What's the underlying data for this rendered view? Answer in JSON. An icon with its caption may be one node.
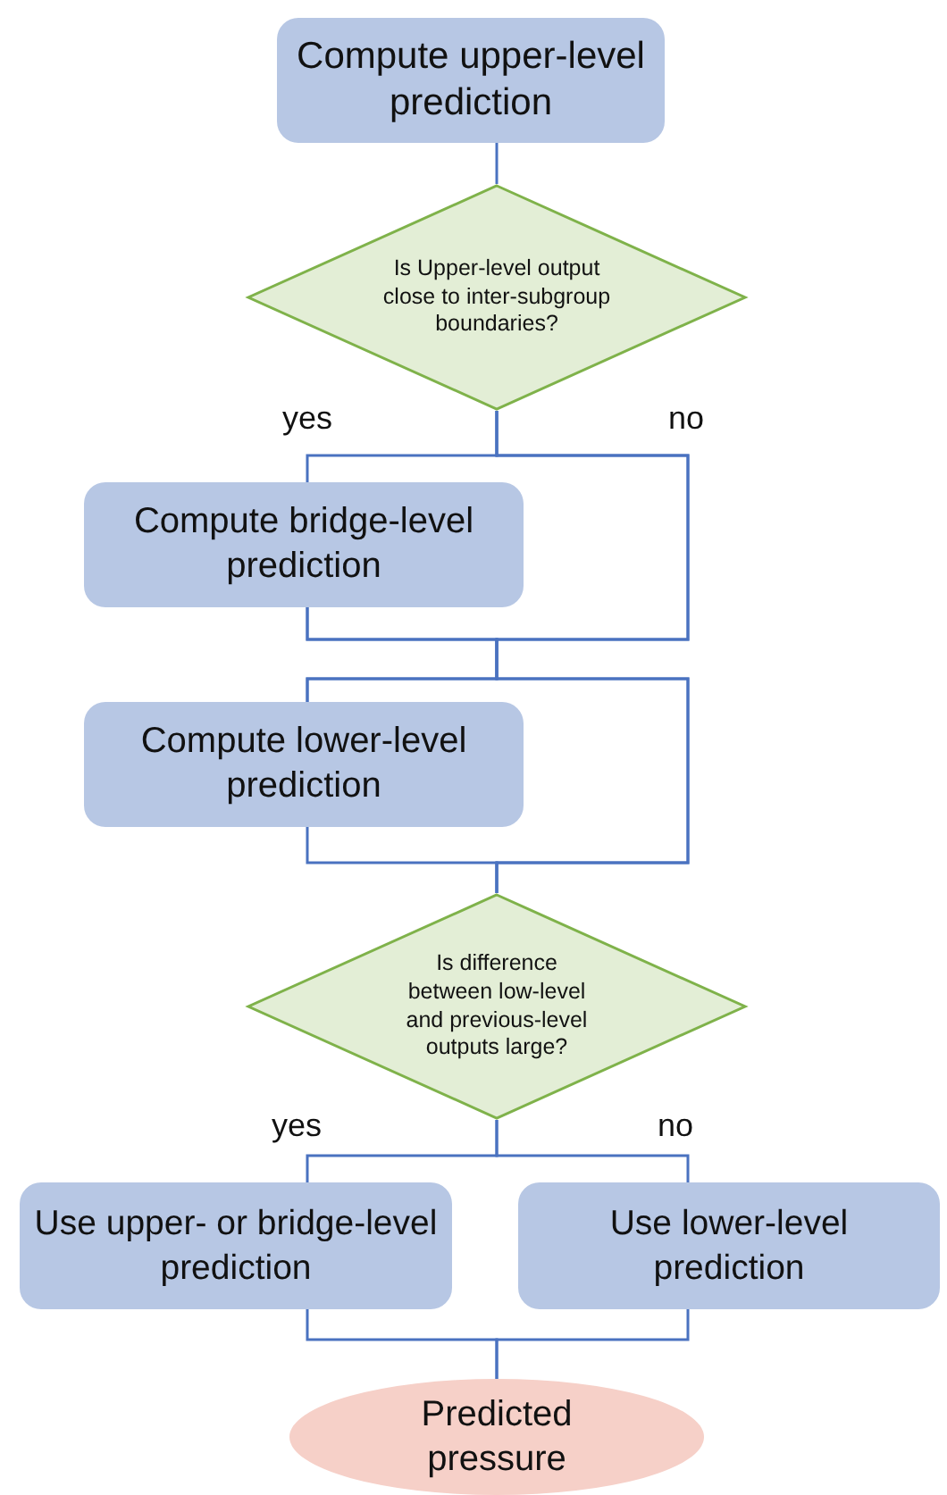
{
  "diagram": {
    "nodes": [
      {
        "text": [
          "Compute upper-level prediction"
        ]
      },
      {
        "text": [
          "Is Upper-level output close to inter-subgroup boundaries?"
        ]
      },
      {
        "text": [
          "Compute bridge-level prediction"
        ]
      },
      {
        "text": [
          "Compute lower-level prediction"
        ]
      },
      {
        "text": [
          "Is difference between low-level and previous-level outputs large?"
        ]
      },
      {
        "text": [
          "Use upper- or bridge-level prediction"
        ]
      },
      {
        "text": [
          "Use lower-level prediction"
        ]
      },
      {
        "text": [
          "Predicted pressure"
        ]
      }
    ],
    "edges": [
      {
        "from": 0,
        "to": 1,
        "arrow": "none"
      },
      {
        "from": 1,
        "to": 2,
        "arrow": "none"
      },
      {
        "from": 1,
        "to": 3,
        "arrow": "none"
      },
      {
        "from": 1,
        "to": 4,
        "arrow": "none"
      },
      {
        "from": 2,
        "to": 3,
        "arrow": "none"
      },
      {
        "from": 2,
        "to": 4,
        "arrow": "none"
      },
      {
        "from": 3,
        "to": 4,
        "arrow": "none"
      },
      {
        "from": 4,
        "to": 5,
        "arrow": "none"
      },
      {
        "from": 4,
        "to": 6,
        "arrow": "none"
      },
      {
        "from": 5,
        "to": 7,
        "arrow": "none"
      },
      {
        "from": 6,
        "to": 7,
        "arrow": "none"
      }
    ],
    "labels": [
      "yes",
      "no",
      "yes",
      "no"
    ]
  }
}
